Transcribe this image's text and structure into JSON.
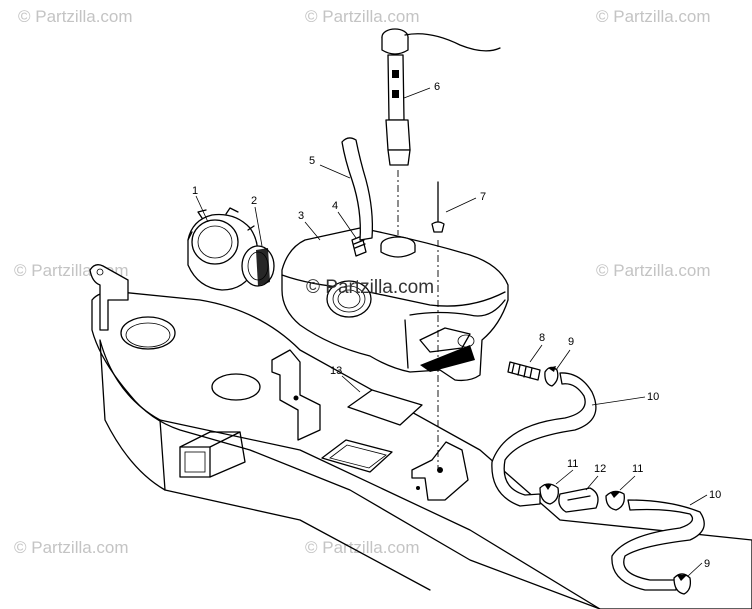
{
  "watermark": {
    "text": "© Partzilla.com"
  },
  "part_callouts": [
    {
      "number": "1"
    },
    {
      "number": "2"
    },
    {
      "number": "3"
    },
    {
      "number": "4"
    },
    {
      "number": "5"
    },
    {
      "number": "6"
    },
    {
      "number": "7"
    },
    {
      "number": "8"
    },
    {
      "number": "9"
    },
    {
      "number": "10"
    },
    {
      "number": "11"
    },
    {
      "number": "12"
    },
    {
      "number": "11"
    },
    {
      "number": "10"
    },
    {
      "number": "9"
    },
    {
      "number": "13"
    }
  ]
}
